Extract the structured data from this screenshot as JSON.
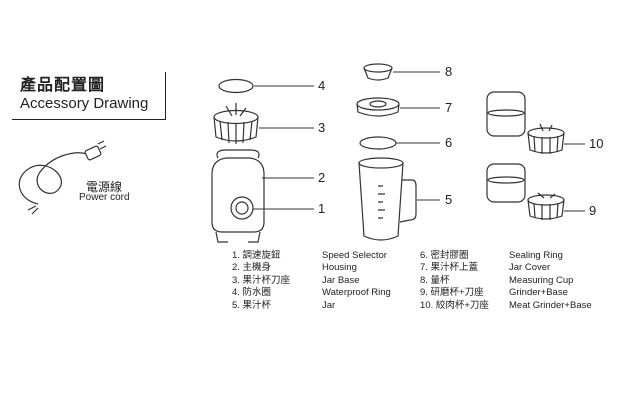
{
  "title": {
    "zh": "產品配置圖",
    "en": "Accessory Drawing"
  },
  "power_cord": {
    "zh": "電源線",
    "en": "Power cord"
  },
  "callouts": [
    "1",
    "2",
    "3",
    "4",
    "5",
    "6",
    "7",
    "8",
    "9",
    "10"
  ],
  "legend": [
    {
      "zh": "1. 調速旋鈕",
      "en": "Speed Selector"
    },
    {
      "zh": "2. 主機身",
      "en": "Housing"
    },
    {
      "zh": "3. 果汁杯刀座",
      "en": "Jar Base"
    },
    {
      "zh": "4. 防水圈",
      "en": "Waterproof Ring"
    },
    {
      "zh": "5. 果汁杯",
      "en": "Jar"
    },
    {
      "zh": "6. 密封膠圈",
      "en": "Sealing Ring"
    },
    {
      "zh": "7. 果汁杯上蓋",
      "en": "Jar Cover"
    },
    {
      "zh": "8. 量杯",
      "en": "Measuring Cup"
    },
    {
      "zh": "9. 研磨杯+刀座",
      "en": "Grinder+Base"
    },
    {
      "zh": "10. 絞肉杯+刀座",
      "en": "Meat Grinder+Base"
    }
  ]
}
